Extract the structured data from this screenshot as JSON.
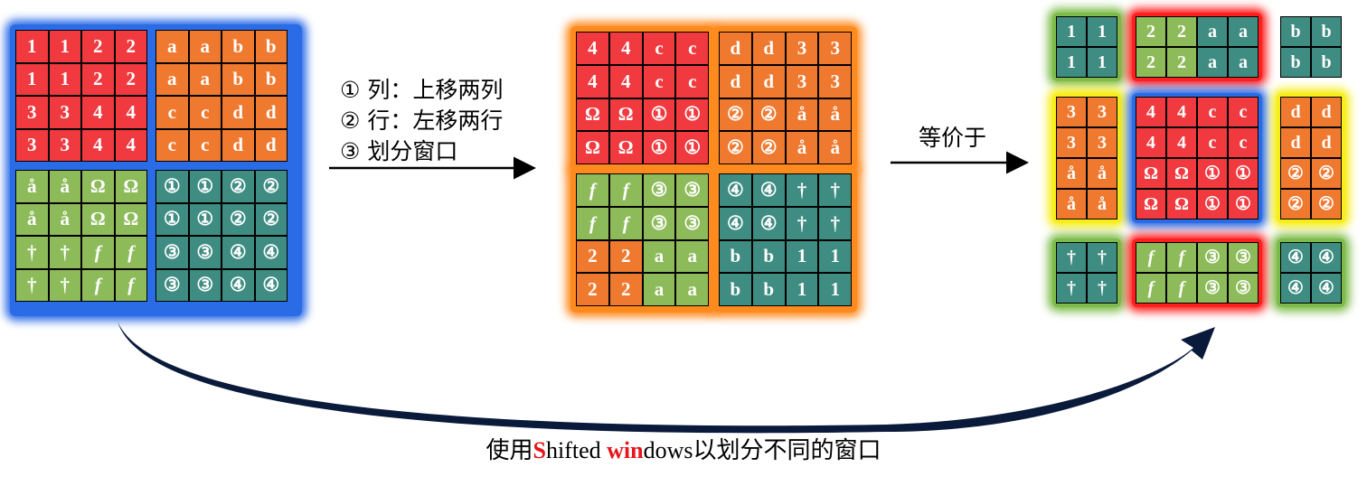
{
  "colors": {
    "red": "#f03a3f",
    "orange": "#f07930",
    "green": "#8dbb5a",
    "teal": "#3f8c82",
    "blue_glow": "#2a6be6",
    "orange_glow": "#ff8a1e",
    "red_glow": "#ff1f1f",
    "green_glow": "#7dbb4a",
    "yellow_glow": "#f7ee1a"
  },
  "steps": {
    "step1": "① 列：上移两列",
    "step2": "② 行：左移两行",
    "step3": "③ 划分窗口"
  },
  "equivalent_label": "等价于",
  "caption": {
    "prefix": "使用",
    "s_red": "S",
    "s_rest": "hifted ",
    "w_red": "win",
    "w_rest": "dows",
    "suffix": "以划分不同的窗口"
  },
  "left_windows": [
    {
      "color": "red",
      "cells": [
        "1",
        "1",
        "2",
        "2",
        "1",
        "1",
        "2",
        "2",
        "3",
        "3",
        "4",
        "4",
        "3",
        "3",
        "4",
        "4"
      ]
    },
    {
      "color": "orange",
      "cells": [
        "a",
        "a",
        "b",
        "b",
        "a",
        "a",
        "b",
        "b",
        "c",
        "c",
        "d",
        "d",
        "c",
        "c",
        "d",
        "d"
      ]
    },
    {
      "color": "green",
      "cells": [
        "å",
        "å",
        "Ω",
        "Ω",
        "å",
        "å",
        "Ω",
        "Ω",
        "†",
        "†",
        "f",
        "f",
        "†",
        "†",
        "f",
        "f"
      ]
    },
    {
      "color": "teal",
      "cells": [
        "①",
        "①",
        "②",
        "②",
        "①",
        "①",
        "②",
        "②",
        "③",
        "③",
        "④",
        "④",
        "③",
        "③",
        "④",
        "④"
      ]
    }
  ],
  "middle_windows": [
    {
      "cells": [
        "4",
        "4",
        "c",
        "c",
        "4",
        "4",
        "c",
        "c",
        "Ω",
        "Ω",
        "①",
        "①",
        "Ω",
        "Ω",
        "①",
        "①"
      ],
      "colors": [
        "red",
        "red",
        "red",
        "red",
        "red",
        "red",
        "red",
        "red",
        "red",
        "red",
        "red",
        "red",
        "red",
        "red",
        "red",
        "red"
      ]
    },
    {
      "cells": [
        "d",
        "d",
        "3",
        "3",
        "d",
        "d",
        "3",
        "3",
        "②",
        "②",
        "å",
        "å",
        "②",
        "②",
        "å",
        "å"
      ],
      "colors": [
        "orange",
        "orange",
        "orange",
        "orange",
        "orange",
        "orange",
        "orange",
        "orange",
        "orange",
        "orange",
        "orange",
        "orange",
        "orange",
        "orange",
        "orange",
        "orange"
      ]
    },
    {
      "cells": [
        "f",
        "f",
        "③",
        "③",
        "f",
        "f",
        "③",
        "③",
        "2",
        "2",
        "a",
        "a",
        "2",
        "2",
        "a",
        "a"
      ],
      "colors": [
        "green",
        "green",
        "green",
        "green",
        "green",
        "green",
        "green",
        "green",
        "orange",
        "orange",
        "green",
        "green",
        "orange",
        "orange",
        "green",
        "green"
      ]
    },
    {
      "cells": [
        "④",
        "④",
        "†",
        "†",
        "④",
        "④",
        "†",
        "†",
        "b",
        "b",
        "1",
        "1",
        "b",
        "b",
        "1",
        "1"
      ],
      "colors": [
        "teal",
        "teal",
        "teal",
        "teal",
        "teal",
        "teal",
        "teal",
        "teal",
        "teal",
        "teal",
        "teal",
        "teal",
        "teal",
        "teal",
        "teal",
        "teal"
      ]
    }
  ],
  "right_windows": [
    {
      "cols": 2,
      "rows": 2,
      "glow": "green_glow",
      "cells": [
        "1",
        "1",
        "1",
        "1"
      ],
      "colors": [
        "teal",
        "teal",
        "teal",
        "teal"
      ]
    },
    {
      "cols": 4,
      "rows": 2,
      "glow": "red_glow",
      "cells": [
        "2",
        "2",
        "a",
        "a",
        "2",
        "2",
        "a",
        "a"
      ],
      "colors": [
        "green",
        "green",
        "teal",
        "teal",
        "green",
        "green",
        "teal",
        "teal"
      ]
    },
    {
      "cols": 2,
      "rows": 2,
      "glow": "none",
      "cells": [
        "b",
        "b",
        "b",
        "b"
      ],
      "colors": [
        "teal",
        "teal",
        "teal",
        "teal"
      ]
    },
    {
      "cols": 2,
      "rows": 4,
      "glow": "yellow_glow",
      "cells": [
        "3",
        "3",
        "3",
        "3",
        "å",
        "å",
        "å",
        "å"
      ],
      "colors": [
        "orange",
        "orange",
        "orange",
        "orange",
        "orange",
        "orange",
        "orange",
        "orange"
      ]
    },
    {
      "cols": 4,
      "rows": 4,
      "glow": "blue_glow",
      "cells": [
        "4",
        "4",
        "c",
        "c",
        "4",
        "4",
        "c",
        "c",
        "Ω",
        "Ω",
        "①",
        "①",
        "Ω",
        "Ω",
        "①",
        "①"
      ],
      "colors": [
        "red",
        "red",
        "red",
        "red",
        "red",
        "red",
        "red",
        "red",
        "red",
        "red",
        "red",
        "red",
        "red",
        "red",
        "red",
        "red"
      ]
    },
    {
      "cols": 2,
      "rows": 4,
      "glow": "yellow_glow",
      "cells": [
        "d",
        "d",
        "d",
        "d",
        "②",
        "②",
        "②",
        "②"
      ],
      "colors": [
        "orange",
        "orange",
        "orange",
        "orange",
        "orange",
        "orange",
        "orange",
        "orange"
      ]
    },
    {
      "cols": 2,
      "rows": 2,
      "glow": "green_glow",
      "cells": [
        "†",
        "†",
        "†",
        "†"
      ],
      "colors": [
        "teal",
        "teal",
        "teal",
        "teal"
      ]
    },
    {
      "cols": 4,
      "rows": 2,
      "glow": "red_glow",
      "cells": [
        "f",
        "f",
        "③",
        "③",
        "f",
        "f",
        "③",
        "③"
      ],
      "colors": [
        "green",
        "green",
        "green",
        "green",
        "green",
        "green",
        "green",
        "green"
      ]
    },
    {
      "cols": 2,
      "rows": 2,
      "glow": "green_glow",
      "cells": [
        "④",
        "④",
        "④",
        "④"
      ],
      "colors": [
        "teal",
        "teal",
        "teal",
        "teal"
      ]
    }
  ]
}
